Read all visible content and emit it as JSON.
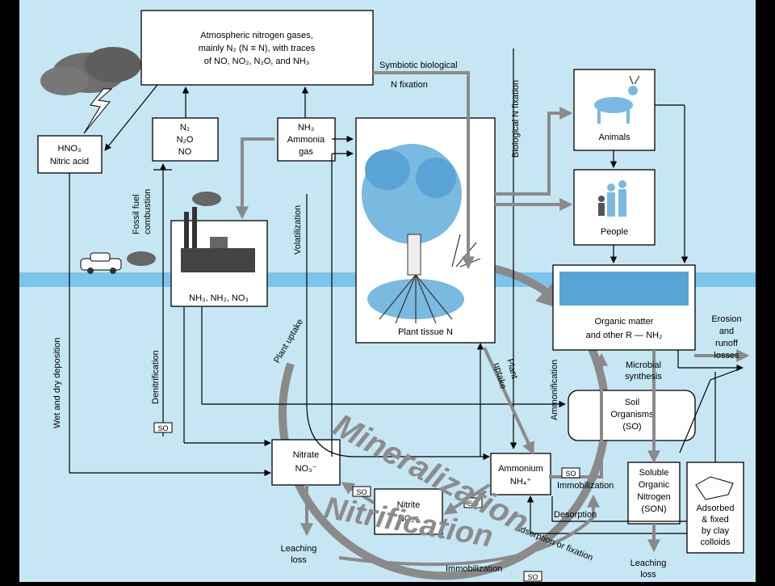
{
  "atmosphere": {
    "line1": "Atmospheric nitrogen gases,",
    "line2": "mainly N₂ (N ≡ N), with traces",
    "line3": "of NO, NO₂, N₂O, and NH₃"
  },
  "hno3": {
    "line1": "HNO₃",
    "line2": "Nitric acid"
  },
  "n2o": {
    "line1": "N₂",
    "line2": "N₂O",
    "line3": "NO"
  },
  "nh3gas": {
    "line1": "NH₃",
    "line2": "Ammonia",
    "line3": "gas"
  },
  "fertilizers": {
    "title": "Fertilizers",
    "formula": "NH₃, NH₂, NO₃"
  },
  "plant": {
    "label": "Plant tissue N"
  },
  "animals": {
    "label": "Animals"
  },
  "people": {
    "label": "People"
  },
  "organic": {
    "line1": "Organic matter",
    "line2": "and other R — NH₂"
  },
  "soil_org": {
    "line1": "Soil",
    "line2": "Organisms",
    "line3": "(SO)"
  },
  "nitrate": {
    "line1": "Nitrate",
    "line2": "NO₃⁻"
  },
  "nitrite": {
    "line1": "Nitrite",
    "line2": "NO₂⁻"
  },
  "ammonium": {
    "line1": "Ammonium",
    "line2": "NH₄⁺"
  },
  "son": {
    "line1": "Soluble",
    "line2": "Organic",
    "line3": "Nitrogen",
    "line4": "(SON)"
  },
  "clay": {
    "line1": "Adsorbed",
    "line2": "& fixed",
    "line3": "by clay",
    "line4": "colloids"
  },
  "labels": {
    "symbiotic1": "Symbiotic biological",
    "symbiotic2": "N fixation",
    "bio_fix": "Biological N fixation",
    "fossil1": "Fossil fuel",
    "fossil2": "combustion",
    "volatil": "Volatilization",
    "wet_dry": "Wet and dry deposition",
    "denitr": "Denitrification",
    "plant_uptake": "Plant uptake",
    "plant_uptake2_a": "Plant",
    "plant_uptake2_b": "uptake",
    "ammonification": "Ammonification",
    "microbial1": "Microbial",
    "microbial2": "synthesis",
    "erosion1": "Erosion",
    "erosion2": "and",
    "erosion3": "runoff",
    "erosion4": "losses",
    "immob1": "Immobilization",
    "desorption": "Desorption",
    "adsorption": "Adsorption or fixation",
    "immob2": "Immobilization",
    "leach1a": "Leaching",
    "leach1b": "loss",
    "leach2a": "Leaching",
    "leach2b": "loss",
    "so": "SO"
  },
  "big": {
    "mineralization": "Mineralization",
    "nitrification": "Nitrification"
  },
  "colors": {
    "background": "#c6e6f3",
    "water": "#7cc4ea",
    "gray_arrow": "#8a8a8a"
  }
}
